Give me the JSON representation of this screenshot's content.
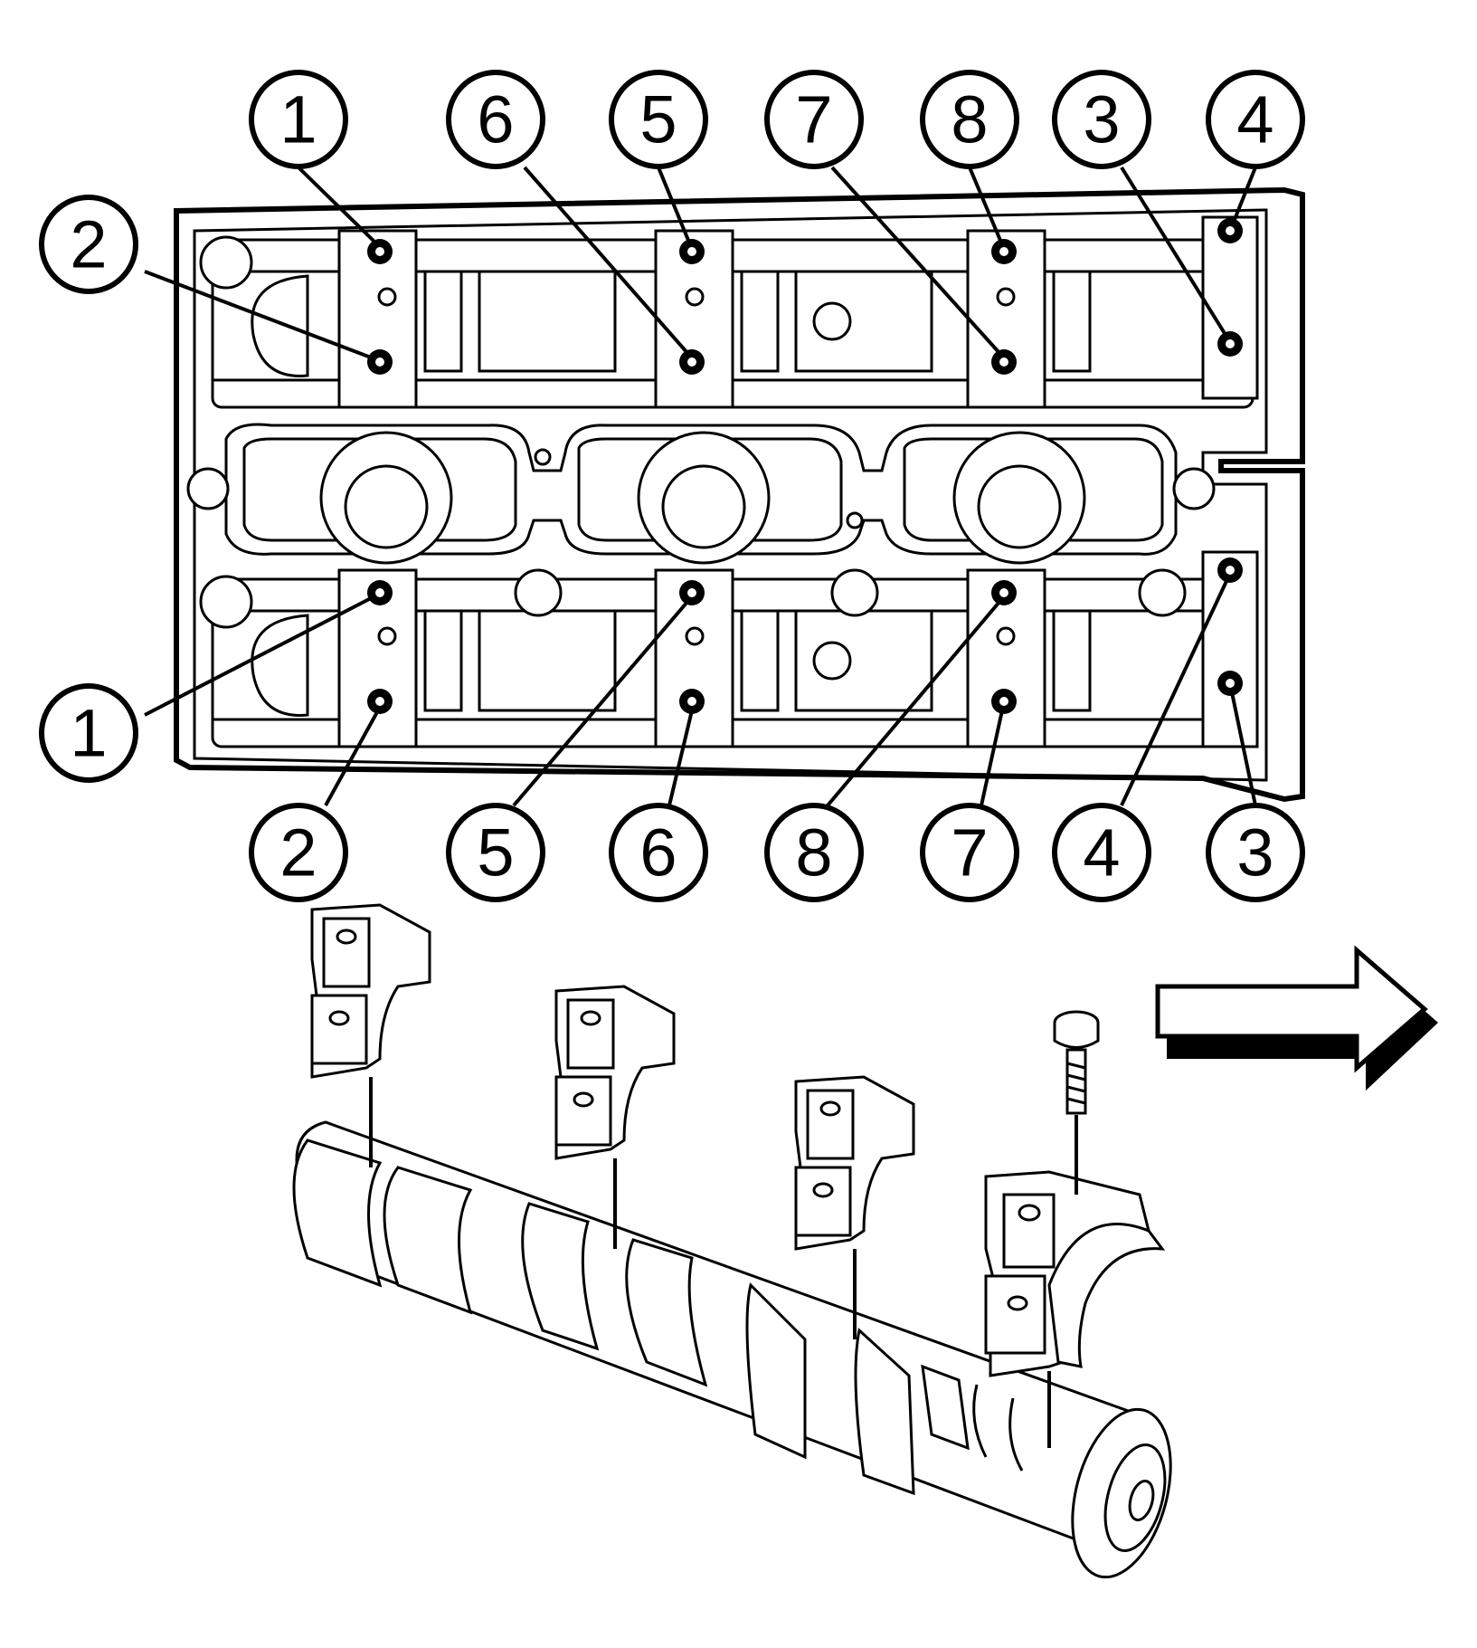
{
  "diagram": {
    "top_row_callouts": [
      "1",
      "6",
      "5",
      "7",
      "8",
      "3",
      "4"
    ],
    "left_callout_upper": "2",
    "left_callout_lower": "1",
    "bottom_row_callouts": [
      "2",
      "5",
      "6",
      "8",
      "7",
      "4",
      "3"
    ],
    "direction_arrow_icon": "right-arrow-icon"
  }
}
